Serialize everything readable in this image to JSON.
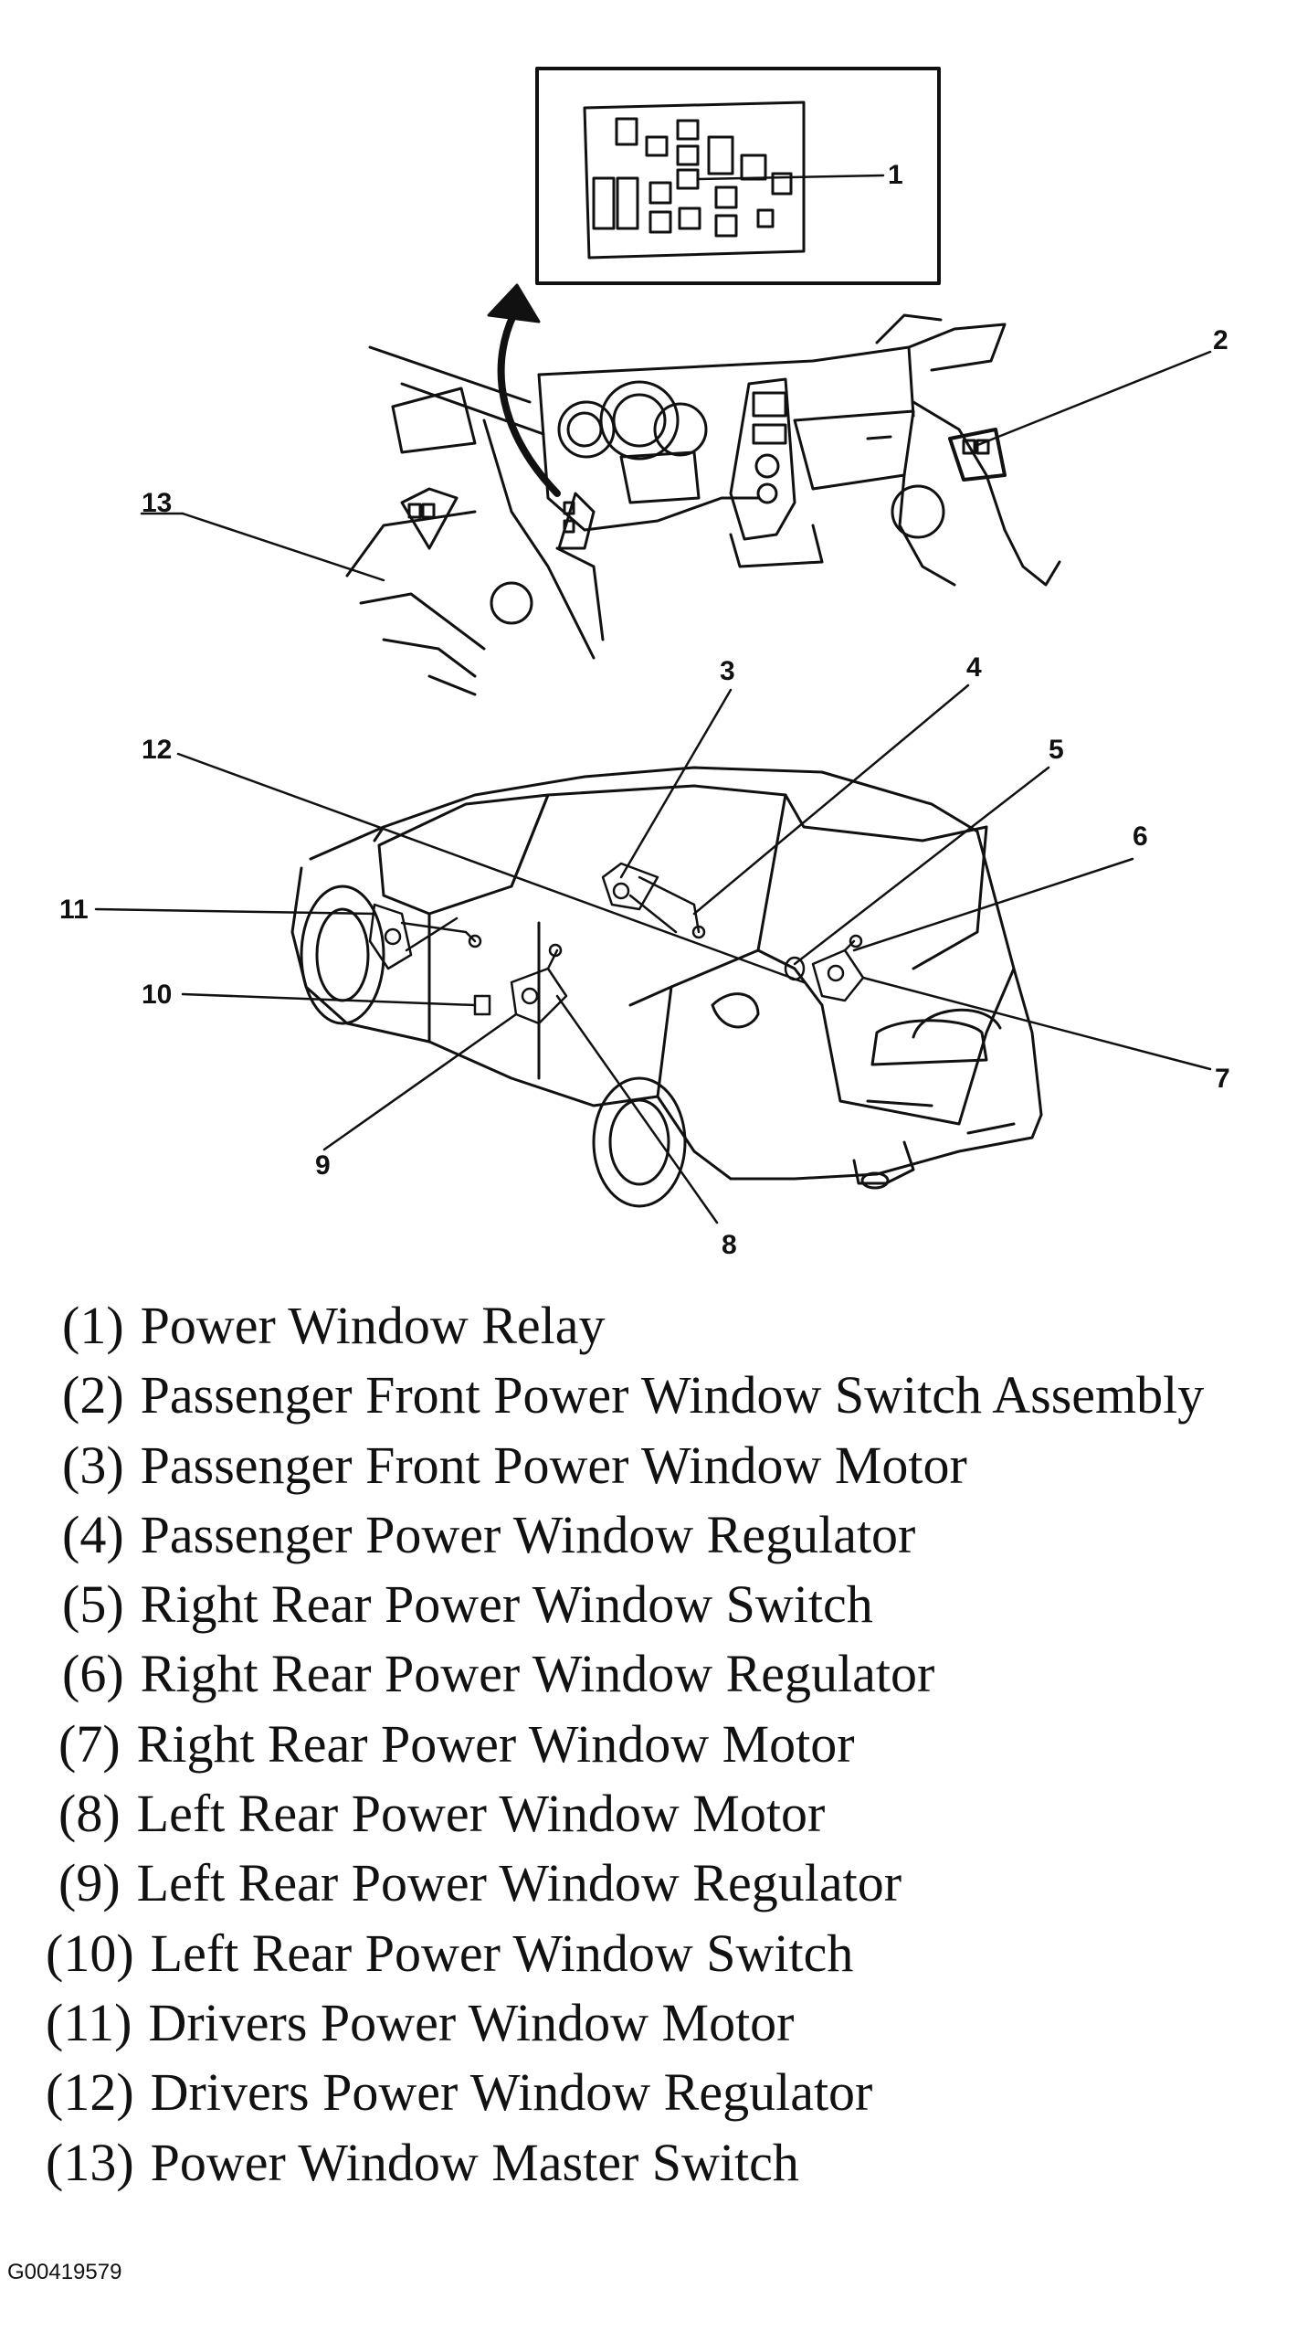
{
  "callouts": [
    "1",
    "2",
    "3",
    "4",
    "5",
    "6",
    "7",
    "8",
    "9",
    "10",
    "11",
    "12",
    "13"
  ],
  "legend": [
    {
      "num": "(1)",
      "text": "Power Window Relay"
    },
    {
      "num": "(2)",
      "text": "Passenger Front Power Window Switch Assembly"
    },
    {
      "num": "(3)",
      "text": "Passenger Front Power Window Motor"
    },
    {
      "num": "(4)",
      "text": "Passenger Power Window Regulator"
    },
    {
      "num": "(5)",
      "text": "Right Rear Power Window Switch"
    },
    {
      "num": "(6)",
      "text": "Right Rear Power Window Regulator"
    },
    {
      "num": "(7)",
      "text": "Right Rear Power Window Motor"
    },
    {
      "num": "(8)",
      "text": "Left Rear Power Window Motor"
    },
    {
      "num": "(9)",
      "text": "Left Rear Power Window Regulator"
    },
    {
      "num": "(10)",
      "text": "Left Rear Power Window Switch"
    },
    {
      "num": "(11)",
      "text": "Drivers Power Window Motor"
    },
    {
      "num": "(12)",
      "text": "Drivers Power Window Regulator"
    },
    {
      "num": "(13)",
      "text": "Power Window Master Switch"
    }
  ],
  "figure_id": "G00419579"
}
